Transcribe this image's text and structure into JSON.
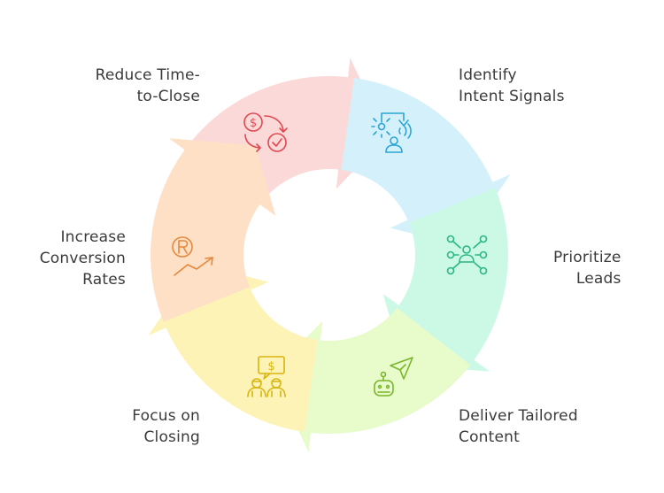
{
  "steps": [
    {
      "label_lines": [
        "Identify",
        "Intent Signals"
      ],
      "color": "#d4f1fb",
      "icon": "intent-signal-icon"
    },
    {
      "label_lines": [
        "Prioritize",
        "Leads"
      ],
      "color": "#ccf9e6",
      "icon": "network-person-icon"
    },
    {
      "label_lines": [
        "Deliver Tailored",
        "Content"
      ],
      "color": "#e7fbcb",
      "icon": "robot-send-icon"
    },
    {
      "label_lines": [
        "Focus on",
        "Closing"
      ],
      "color": "#fdf3b7",
      "icon": "handshake-deal-icon"
    },
    {
      "label_lines": [
        "Increase",
        "Conversion",
        "Rates"
      ],
      "color": "#fde0c6",
      "icon": "growth-chart-icon"
    },
    {
      "label_lines": [
        "Reduce Time-",
        "to-Close"
      ],
      "color": "#fcd9d9",
      "icon": "money-check-cycle-icon"
    }
  ],
  "icon_colors": {
    "intent": "#2aa5d6",
    "prioritize": "#2bb686",
    "deliver": "#7ab62a",
    "closing": "#d8b50f",
    "conversion": "#e6883b",
    "reduce": "#e2474f"
  }
}
